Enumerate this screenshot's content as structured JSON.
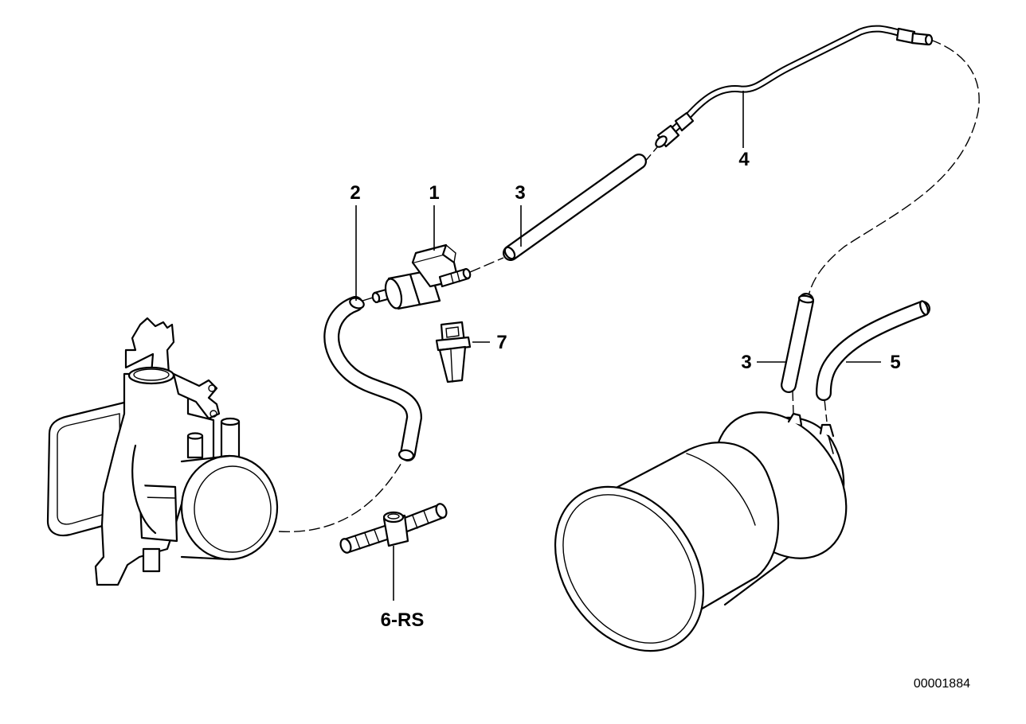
{
  "diagram": {
    "drawing_number": "00001884",
    "callouts": {
      "c1": "1",
      "c2": "2",
      "c3_upper": "3",
      "c3_lower": "3",
      "c4": "4",
      "c5": "5",
      "c6": "6-RS",
      "c7": "7"
    }
  }
}
